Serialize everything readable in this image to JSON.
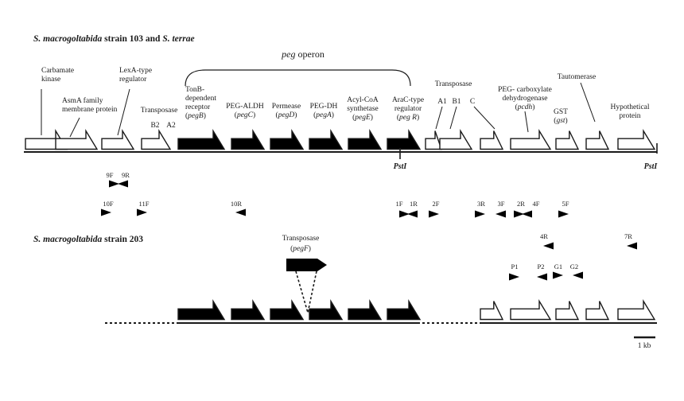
{
  "track1": {
    "title_italic": "S. macrogoltabida",
    "title_rest": " strain 103 and ",
    "title_italic2": "S. terrae",
    "operon_italic": "peg",
    "operon_rest": " operon"
  },
  "genes1": [
    {
      "id": "carbamate-kinase",
      "lines": [
        [
          "Carbamate"
        ],
        [
          "kinase"
        ]
      ]
    },
    {
      "id": "asma-family-membrane-protein",
      "lines": [
        [
          "AsmA family"
        ],
        [
          "membrane protein"
        ]
      ]
    },
    {
      "id": "lexa-type-regulator",
      "lines": [
        [
          "LexA-type"
        ],
        [
          "regulator"
        ]
      ]
    },
    {
      "id": "transposase-b2-a2",
      "lines": [
        [
          "Transposase"
        ]
      ]
    },
    {
      "id": "tonb-dependent-receptor",
      "lines": [
        [
          "TonB-"
        ],
        [
          "dependent"
        ],
        [
          "receptor"
        ],
        [
          "(",
          "pegB",
          ")"
        ]
      ]
    },
    {
      "id": "peg-aldh",
      "lines": [
        [
          "PEG-ALDH"
        ],
        [
          "(",
          "pegC",
          ")"
        ]
      ]
    },
    {
      "id": "permease",
      "lines": [
        [
          "Permease"
        ],
        [
          "(",
          "pegD",
          ")"
        ]
      ]
    },
    {
      "id": "peg-dh",
      "lines": [
        [
          "PEG-DH"
        ],
        [
          "(",
          "pegA",
          ")"
        ]
      ]
    },
    {
      "id": "acyl-coa-synthetase",
      "lines": [
        [
          "Acyl-CoA"
        ],
        [
          "synthetase"
        ],
        [
          "(",
          "pegE",
          ")"
        ]
      ]
    },
    {
      "id": "arac-type-regulator",
      "lines": [
        [
          "AraC-type"
        ],
        [
          "regulator"
        ],
        [
          "(",
          "peg R",
          ")"
        ]
      ]
    },
    {
      "id": "transposase-a1-b1-c",
      "lines": [
        [
          "Transposase"
        ]
      ]
    },
    {
      "id": "peg-carboxylate-dehydrogenase",
      "lines": [
        [
          "PEG- carboxylate"
        ],
        [
          "dehydrogenase"
        ],
        [
          "(",
          "pcdh",
          ")"
        ]
      ]
    },
    {
      "id": "gst",
      "lines": [
        [
          "GST"
        ],
        [
          "(",
          "gst",
          ")"
        ]
      ]
    },
    {
      "id": "tautomerase",
      "lines": [
        [
          "Tautomerase"
        ]
      ]
    },
    {
      "id": "hypothetical-protein",
      "lines": [
        [
          "Hypothetical"
        ],
        [
          "protein"
        ]
      ]
    }
  ],
  "small_labels": [
    "B2",
    "A2",
    "A1",
    "B1",
    "C"
  ],
  "sites": [
    "PstI",
    "PstI"
  ],
  "primers": [
    "9F",
    "9R",
    "10F",
    "11F",
    "10R",
    "1F",
    "1R",
    "2F",
    "3R",
    "3F",
    "2R",
    "4F",
    "5F",
    "4R",
    "7R",
    "P1",
    "P2",
    "G1",
    "G2"
  ],
  "track2": {
    "title_italic": "S. macrogoltabida",
    "title_rest": " strain 203",
    "insert_line1": "Transposase",
    "insert_open": "(",
    "insert_italic": "pegF",
    "insert_close": ")"
  },
  "scale_bar": {
    "label": "1 kb"
  }
}
